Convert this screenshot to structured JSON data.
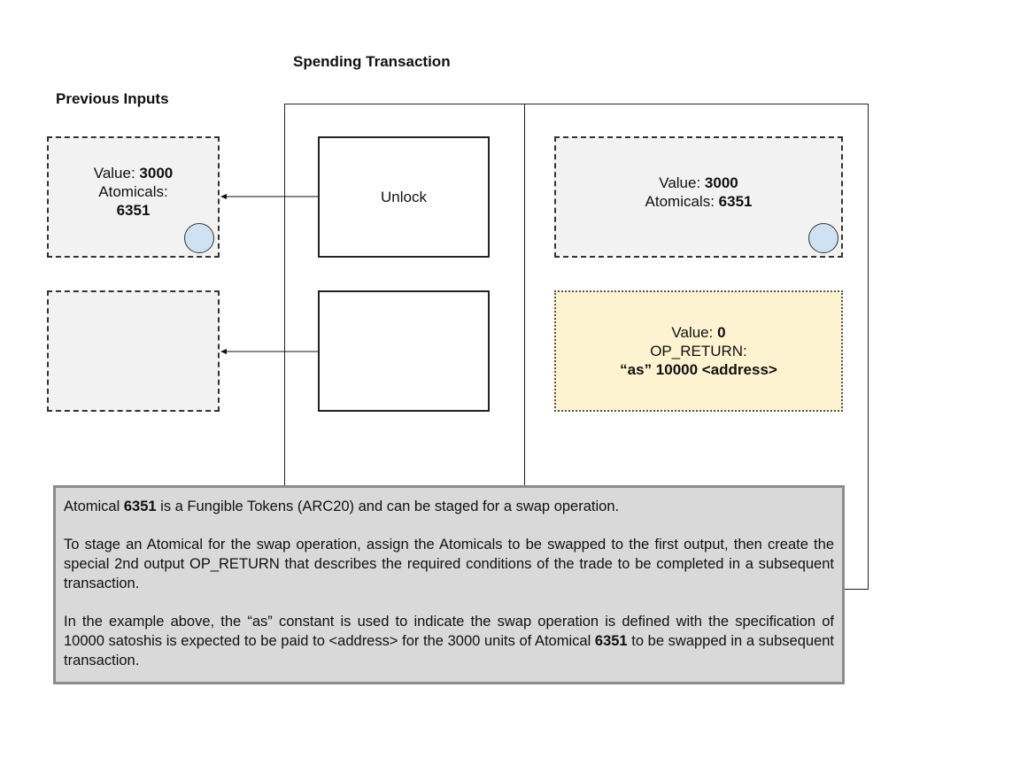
{
  "headings": {
    "spending_transaction": "Spending Transaction",
    "previous_inputs": "Previous Inputs"
  },
  "inputs": [
    {
      "value_label": "Value: ",
      "value": "3000",
      "atomicals_label": "Atomicals:",
      "atomicals": "6351",
      "token_color": "#cfe2f3"
    },
    {}
  ],
  "scripts": [
    {
      "label": "Unlock"
    },
    {
      "label": ""
    }
  ],
  "outputs": {
    "first": {
      "value_label": "Value: ",
      "value": "3000",
      "atomicals_label": "Atomicals: ",
      "atomicals": "6351"
    },
    "op_return": {
      "value_label": "Value: ",
      "value": "0",
      "op_label": "OP_RETURN:",
      "payload": "“as” 10000 <address>",
      "background": "#fdf3d0"
    }
  },
  "note": {
    "p1_pre": "Atomical ",
    "p1_bold": "6351",
    "p1_post": " is a Fungible Tokens (ARC20) and can be staged for a swap operation.",
    "p2": "To stage an Atomical for the swap operation, assign the Atomicals to be swapped to the first output, then create the special 2nd output OP_RETURN that describes the required conditions of the trade to be completed in a subsequent transaction.",
    "p3_pre": "In the example above, the “as” constant is used to indicate the swap operation is defined with the specification of 10000 satoshis is expected to be paid to <address> for the 3000 units of Atomical ",
    "p3_bold": "6351",
    "p3_post": " to be swapped in a subsequent transaction."
  }
}
